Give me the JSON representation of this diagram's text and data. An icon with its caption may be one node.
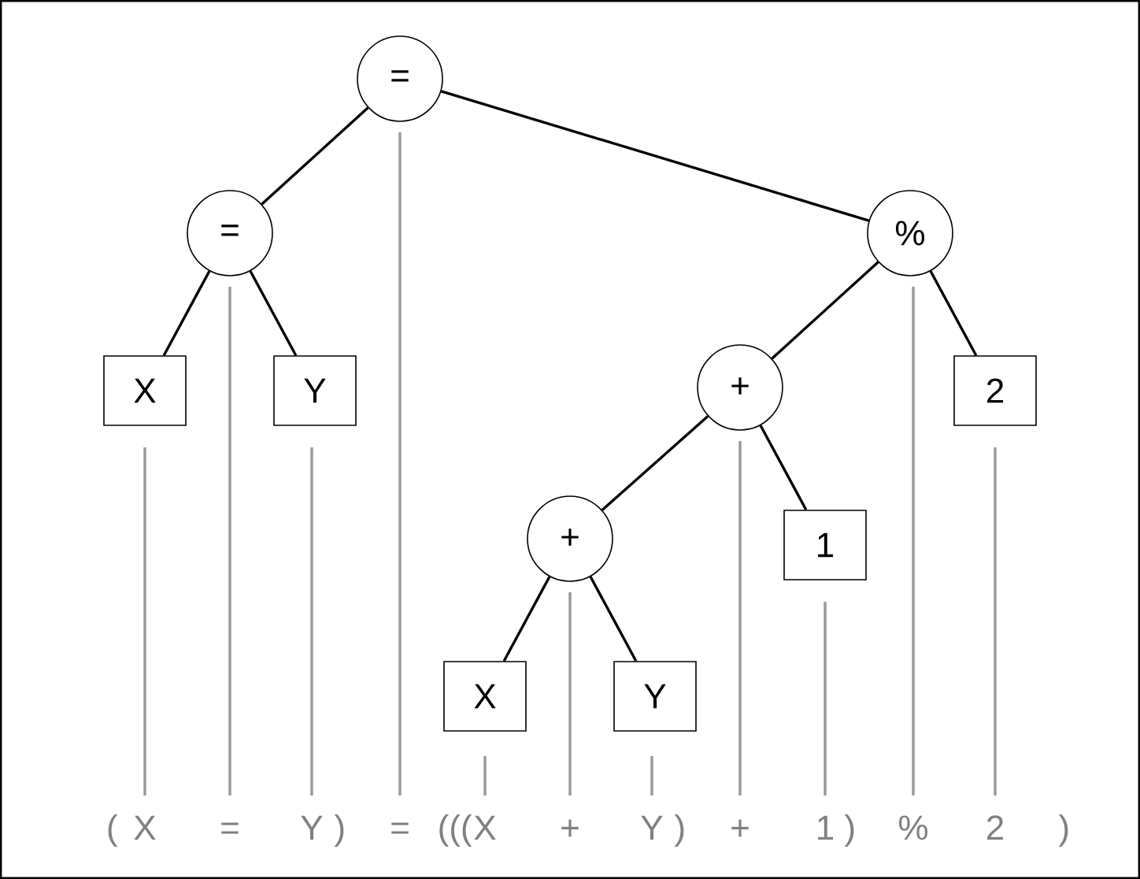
{
  "diagram": {
    "nodes": [
      {
        "text": [
          "="
        ]
      },
      {
        "text": [
          "="
        ]
      },
      {
        "text": [
          "X"
        ]
      },
      {
        "text": [
          "Y"
        ]
      },
      {
        "text": [
          "%"
        ]
      },
      {
        "text": [
          "+"
        ]
      },
      {
        "text": [
          "2"
        ]
      },
      {
        "text": [
          "+"
        ]
      },
      {
        "text": [
          "1"
        ]
      },
      {
        "text": [
          "X"
        ]
      },
      {
        "text": [
          "Y"
        ]
      },
      {
        "text": [
          "X"
        ]
      },
      {
        "text": [
          "="
        ]
      },
      {
        "text": [
          "Y"
        ]
      },
      {
        "text": [
          "="
        ]
      },
      {
        "text": [
          "X"
        ]
      },
      {
        "text": [
          "+"
        ]
      },
      {
        "text": [
          "Y"
        ]
      },
      {
        "text": [
          "+"
        ]
      },
      {
        "text": [
          "1"
        ]
      },
      {
        "text": [
          "%"
        ]
      },
      {
        "text": [
          "2"
        ]
      }
    ],
    "edges": [
      {
        "from": 0,
        "to": 1,
        "arrow": "none",
        "color": "#000000"
      },
      {
        "from": 0,
        "to": 4,
        "arrow": "none",
        "color": "#000000"
      },
      {
        "from": 1,
        "to": 2,
        "arrow": "none",
        "color": "#000000"
      },
      {
        "from": 1,
        "to": 3,
        "arrow": "none",
        "color": "#000000"
      },
      {
        "from": 4,
        "to": 5,
        "arrow": "none",
        "color": "#000000"
      },
      {
        "from": 4,
        "to": 6,
        "arrow": "none",
        "color": "#000000"
      },
      {
        "from": 5,
        "to": 7,
        "arrow": "none",
        "color": "#000000"
      },
      {
        "from": 5,
        "to": 8,
        "arrow": "none",
        "color": "#000000"
      },
      {
        "from": 7,
        "to": 9,
        "arrow": "none",
        "color": "#000000"
      },
      {
        "from": 7,
        "to": 10,
        "arrow": "none",
        "color": "#000000"
      },
      {
        "from": 2,
        "to": 11,
        "arrow": "none",
        "color": "#999999"
      },
      {
        "from": 1,
        "to": 12,
        "arrow": "none",
        "color": "#999999"
      },
      {
        "from": 3,
        "to": 13,
        "arrow": "none",
        "color": "#999999"
      },
      {
        "from": 0,
        "to": 14,
        "arrow": "none",
        "color": "#999999"
      },
      {
        "from": 9,
        "to": 15,
        "arrow": "none",
        "color": "#999999"
      },
      {
        "from": 7,
        "to": 16,
        "arrow": "none",
        "color": "#999999"
      },
      {
        "from": 10,
        "to": 17,
        "arrow": "none",
        "color": "#999999"
      },
      {
        "from": 5,
        "to": 18,
        "arrow": "none",
        "color": "#999999"
      },
      {
        "from": 8,
        "to": 19,
        "arrow": "none",
        "color": "#999999"
      },
      {
        "from": 4,
        "to": 20,
        "arrow": "none",
        "color": "#999999"
      },
      {
        "from": 6,
        "to": 21,
        "arrow": "none",
        "color": "#999999"
      }
    ],
    "labels": [
      "(",
      ")",
      "(((",
      ")",
      ")",
      ")"
    ]
  }
}
